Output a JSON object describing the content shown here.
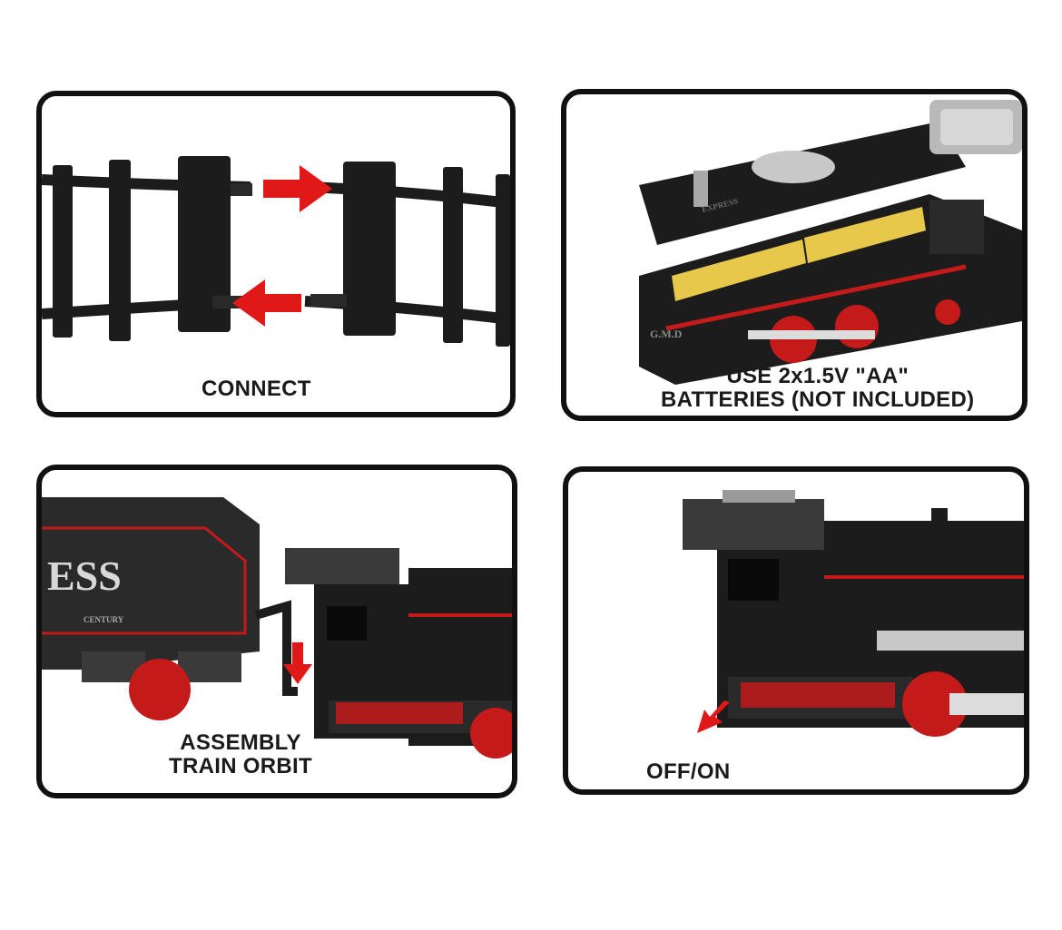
{
  "panels": {
    "connect": {
      "caption": "CONNECT"
    },
    "batteries": {
      "caption_line1": "USE 2x1.5V \"AA\"",
      "caption_line2": "BATTERIES (NOT INCLUDED)",
      "emboss_top": "EXPRESS",
      "emboss_side": "G.M.D"
    },
    "assembly": {
      "caption_line1": "ASSEMBLY",
      "caption_line2": "TRAIN ORBIT",
      "tender_text": "ESS",
      "tender_sub": "CENTURY"
    },
    "switch": {
      "caption": "OFF/ON"
    }
  },
  "colors": {
    "border": "#111111",
    "plastic": "#1c1c1c",
    "arrow": "#e11818",
    "red_trim": "#c41a1a",
    "silver": "#c8c8c8",
    "battery": "#e8c84a"
  }
}
